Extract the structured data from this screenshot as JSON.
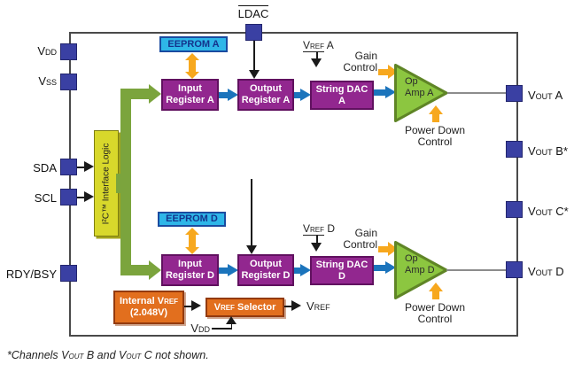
{
  "pins": {
    "ldac": "LDAC",
    "vdd": {
      "base": "V",
      "sub": "DD"
    },
    "vss": {
      "base": "V",
      "sub": "SS"
    },
    "sda": "SDA",
    "scl": "SCL",
    "rdy_bsy": "RDY/BSY",
    "vout_a": {
      "base": "V",
      "sub": "OUT",
      "suffix": " A"
    },
    "vout_b": {
      "base": "V",
      "sub": "OUT",
      "suffix": " B*"
    },
    "vout_c": {
      "base": "V",
      "sub": "OUT",
      "suffix": " C*"
    },
    "vout_d": {
      "base": "V",
      "sub": "OUT",
      "suffix": " D"
    }
  },
  "blocks": {
    "i2c_logic": "I²C™ Interface Logic",
    "eeprom_a": "EEPROM A",
    "eeprom_d": "EEPROM D",
    "input_reg_a": {
      "line1": "Input",
      "line2": "Register A"
    },
    "output_reg_a": {
      "line1": "Output",
      "line2": "Register A"
    },
    "string_dac_a": "String DAC A",
    "input_reg_d": {
      "line1": "Input",
      "line2": "Register D"
    },
    "output_reg_d": {
      "line1": "Output",
      "line2": "Register D"
    },
    "string_dac_d": "String DAC D",
    "op_amp_a": {
      "line1": "Op",
      "line2": "Amp A"
    },
    "op_amp_d": {
      "line1": "Op",
      "line2": "Amp D"
    },
    "internal_vref": {
      "line1_base": "Internal V",
      "line1_sub": "REF",
      "line2": "(2.048V)"
    },
    "vref_selector": {
      "base": "V",
      "sub": "REF",
      "suffix": " Selector"
    }
  },
  "annotations": {
    "vref_a": {
      "base": "V",
      "sub": "REF",
      "suffix": " A"
    },
    "vref_d": {
      "base": "V",
      "sub": "REF",
      "suffix": " D"
    },
    "gain_control": {
      "line1": "Gain",
      "line2": "Control"
    },
    "power_down": {
      "line1": "Power Down",
      "line2": "Control"
    },
    "vref_out": {
      "base": "V",
      "sub": "REF"
    },
    "vdd_sel": {
      "base": "V",
      "sub": "DD"
    },
    "footnote": {
      "p1": "*Channels V",
      "s1": "OUT",
      "p2": " B and V",
      "s2": "OUT",
      "p3": " C not shown."
    }
  },
  "colors": {
    "pin_blue": "#3A40A3",
    "register_purple": "#92278F",
    "eeprom_cyan": "#2EB6E8",
    "logic_yellow": "#D8D82B",
    "vref_orange": "#E26F1E",
    "opamp_green": "#8CC640",
    "flow_green": "#7BA43D",
    "flow_blue": "#1B74BC",
    "flow_orange": "#F7A81E"
  }
}
